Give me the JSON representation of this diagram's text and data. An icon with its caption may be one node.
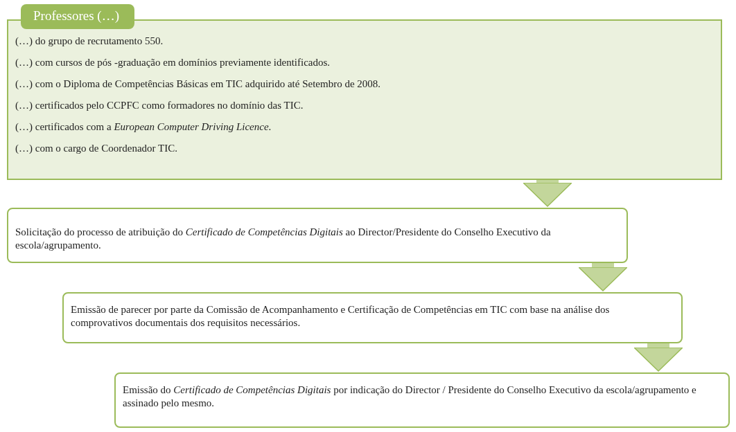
{
  "diagram": {
    "nodes": [
      {
        "text": [
          "Professores (…)",
          "(…) do grupo de recrutamento 550.",
          "(…) com cursos de pós -graduação em domínios previamente identificados.",
          "(…) com o Diploma de Competências Básicas em TIC adquirido até Setembro de 2008.",
          "(…) certificados pelo CCPFC como formadores no domínio das TIC.",
          "(…) certificados com a *European Computer Driving Licence*.",
          "(…) com o cargo de Coordenador TIC."
        ]
      },
      {
        "text": [
          "Solicitação do processo de atribuição do *Certificado de Competências Digitais* ao Director/Presidente do Conselho Executivo da escola/agrupamento."
        ]
      },
      {
        "text": [
          "Emissão de parecer por parte da Comissão de Acompanhamento e Certificação de Competências em TIC com base na análise dos comprovativos documentais dos requisitos necessários."
        ]
      },
      {
        "text": [
          "Emissão do *Certificado de Competências Digitais* por indicação do Director / Presidente do Conselho Executivo da escola/agrupamento e assinado pelo mesmo."
        ]
      }
    ],
    "edges": [
      {
        "from": 0,
        "to": 1,
        "arrow": "to"
      },
      {
        "from": 1,
        "to": 2,
        "arrow": "to"
      },
      {
        "from": 2,
        "to": 3,
        "arrow": "to"
      }
    ]
  }
}
